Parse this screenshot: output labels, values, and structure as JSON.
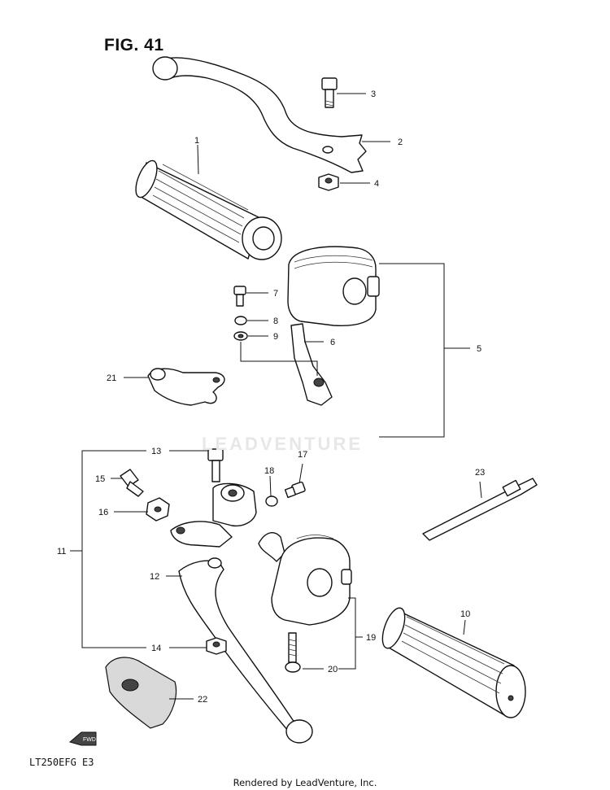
{
  "figure": {
    "title": "FIG. 41",
    "model": "LT250EFG  E3"
  },
  "watermark": "LEADVENTURE",
  "footer": "Rendered by LeadVenture, Inc.",
  "callouts": {
    "c1": "1",
    "c2": "2",
    "c3": "3",
    "c4": "4",
    "c5": "5",
    "c6": "6",
    "c7": "7",
    "c8": "8",
    "c9": "9",
    "c10": "10",
    "c11": "11",
    "c12": "12",
    "c13": "13",
    "c14": "14",
    "c15": "15",
    "c16": "16",
    "c17": "17",
    "c18": "18",
    "c19": "19",
    "c20": "20",
    "c21": "21",
    "c22": "22",
    "c23": "23"
  },
  "fwd_label": "FWD"
}
